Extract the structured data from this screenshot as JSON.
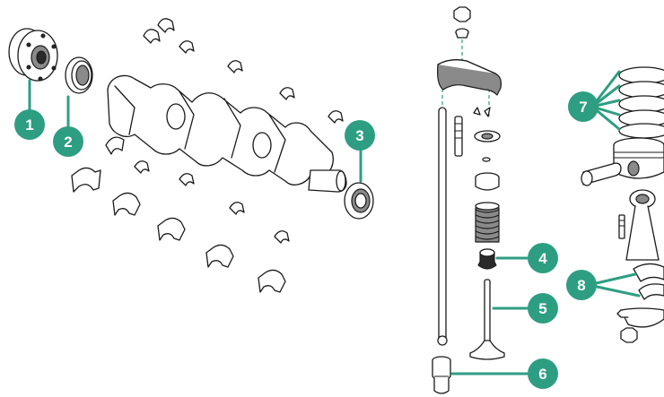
{
  "accent_color": "#2e9e83",
  "callouts": [
    {
      "id": "1",
      "label": "1"
    },
    {
      "id": "2",
      "label": "2"
    },
    {
      "id": "3",
      "label": "3"
    },
    {
      "id": "4",
      "label": "4"
    },
    {
      "id": "5",
      "label": "5"
    },
    {
      "id": "6",
      "label": "6"
    },
    {
      "id": "7",
      "label": "7"
    },
    {
      "id": "8",
      "label": "8"
    }
  ],
  "icons": {
    "flywheel_hub": "flywheel-hub-icon",
    "crankshaft": "crankshaft-icon",
    "seal": "oil-seal-icon",
    "bearing_shell": "bearing-shell-icon",
    "main_cap": "main-bearing-cap-icon",
    "rocker_arm": "rocker-arm-icon",
    "pushrod": "pushrod-icon",
    "valve_spring": "valve-spring-icon",
    "valve_seal": "valve-stem-seal-icon",
    "valve": "valve-icon",
    "tappet": "tappet-icon",
    "piston_rings": "piston-rings-icon",
    "piston": "piston-icon",
    "conrod": "connecting-rod-icon",
    "conrod_bearing": "conrod-bearing-icon"
  }
}
